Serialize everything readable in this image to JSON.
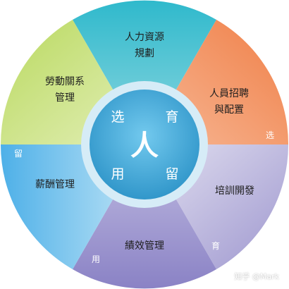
{
  "segments": [
    {
      "id": "hr-planning",
      "lines": [
        "人力資源",
        "規劃"
      ],
      "color": "#3bbfcf"
    },
    {
      "id": "recruitment",
      "lines": [
        "人員招聘",
        "與配置"
      ],
      "color": "#f08f5a"
    },
    {
      "id": "training",
      "lines": [
        "培訓開發"
      ],
      "color": "#bcb6db"
    },
    {
      "id": "performance",
      "lines": [
        "績效管理"
      ],
      "color": "#958fcb"
    },
    {
      "id": "compensation",
      "lines": [
        "薪酬管理"
      ],
      "color": "#62b8e8"
    },
    {
      "id": "labor-relations",
      "lines": [
        "勞動關系",
        "管理"
      ],
      "color": "#c7df7a"
    }
  ],
  "outer_chars": {
    "xuan": "选",
    "yu": "育",
    "yong": "用",
    "liu": "留"
  },
  "inner_chars": {
    "xuan": "选",
    "yu": "育",
    "yong": "用",
    "liu": "留"
  },
  "center": {
    "char": "人",
    "color": "#4db0dc"
  },
  "ring_color": "#d6ecf7",
  "watermark": "知乎 @Mark"
}
